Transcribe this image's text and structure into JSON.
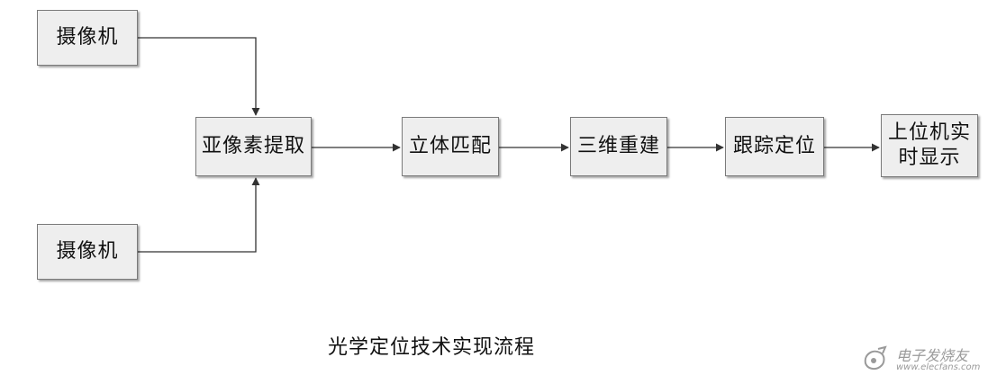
{
  "diagram": {
    "nodes": {
      "camera_top": "摄像机",
      "camera_bottom": "摄像机",
      "subpixel_extract": "亚像素提取",
      "stereo_match": "立体匹配",
      "reconstruct_3d": "三维重建",
      "tracking": "跟踪定位",
      "host_display": "上位机实时显示"
    },
    "caption": "光学定位技术实现流程"
  },
  "watermark": {
    "title": "电子发烧友",
    "url": "www.elecfans.com"
  }
}
